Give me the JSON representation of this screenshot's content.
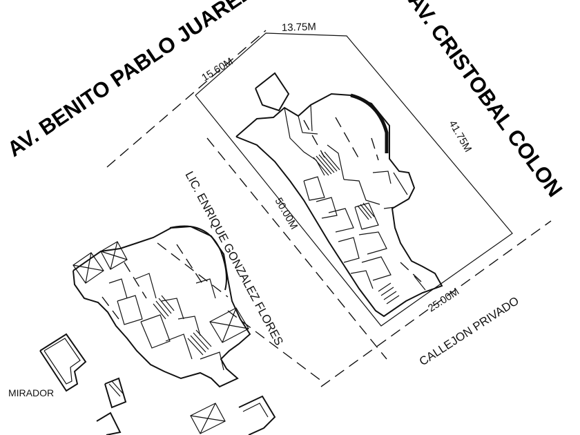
{
  "streets": {
    "benito": "AV. BENITO PABLO JUAREZ",
    "colon": "AV. CRISTOBAL COLON",
    "gonzalez": "LIC. ENRIQUE GONZALEZ FLORES",
    "callejon": "CALLEJON PRIVADO"
  },
  "dimensions": {
    "top": "13.75M",
    "left": "15.60M",
    "right": "41.75M",
    "center": "50.00M",
    "bottom": "25.00M"
  },
  "labels": {
    "mirador": "MIRADOR"
  },
  "colors": {
    "ink": "#111111",
    "paper": "#ffffff"
  }
}
